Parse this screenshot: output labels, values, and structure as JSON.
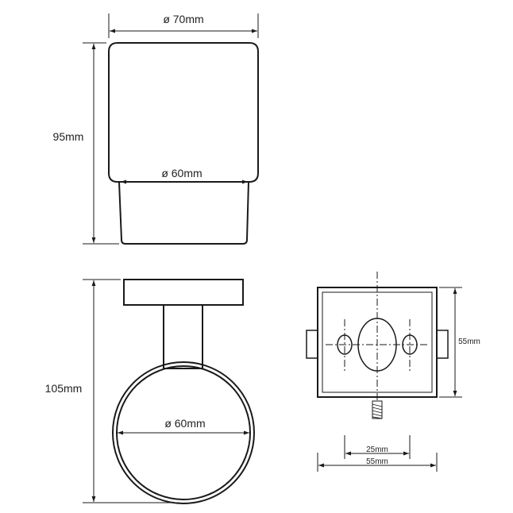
{
  "cup_view": {
    "top_diameter_label": "ø 70mm",
    "inner_diameter_label": "ø 60mm",
    "height_label": "95mm"
  },
  "holder_view": {
    "height_label": "105mm",
    "ring_diameter_label": "ø 60mm"
  },
  "plate_view": {
    "plate_height_label": "55mm",
    "hole_spacing_label": "25mm",
    "plate_width_label": "55mm"
  }
}
